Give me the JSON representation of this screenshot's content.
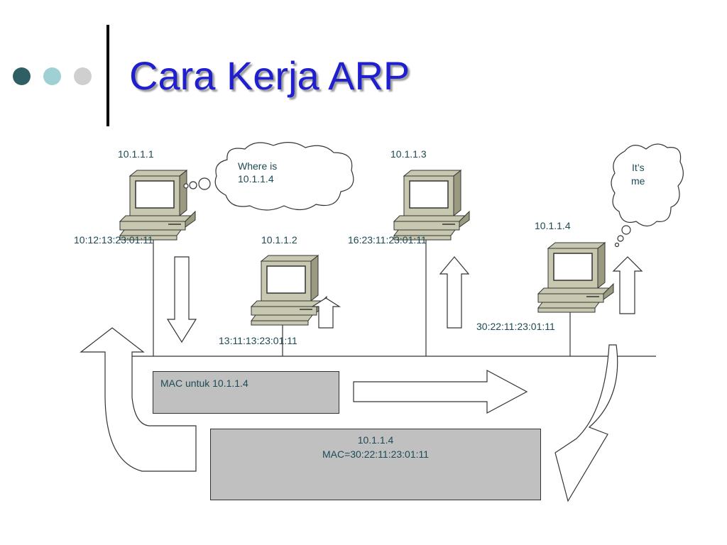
{
  "slide": {
    "title": "Cara Kerja ARP",
    "colors": {
      "title": "#1f1fd0",
      "dot_dark": "#2f5f64",
      "dot_mid": "#9fd0d3",
      "dot_light": "#cfcfcf",
      "box_fill": "#c0c0c0",
      "label": "#1b4a55"
    }
  },
  "hosts": [
    {
      "ip": "10.1.1.1",
      "mac": "10:12:13:23:01:11"
    },
    {
      "ip": "10.1.1.2",
      "mac": "13:11:13:23:01:11"
    },
    {
      "ip": "10.1.1.3",
      "mac": "16:23:11:23:01:11"
    },
    {
      "ip": "10.1.1.4",
      "mac": "30:22:11:23:01:11"
    }
  ],
  "bubbles": {
    "query_line1": "Where is",
    "query_line2": "10.1.1.4",
    "reply_line1": "It’s",
    "reply_line2": "me"
  },
  "request_box": {
    "text": "MAC untuk 10.1.1.4"
  },
  "reply_box": {
    "line1": "10.1.1.4",
    "line2": "MAC=30:22:11:23:01:11"
  }
}
